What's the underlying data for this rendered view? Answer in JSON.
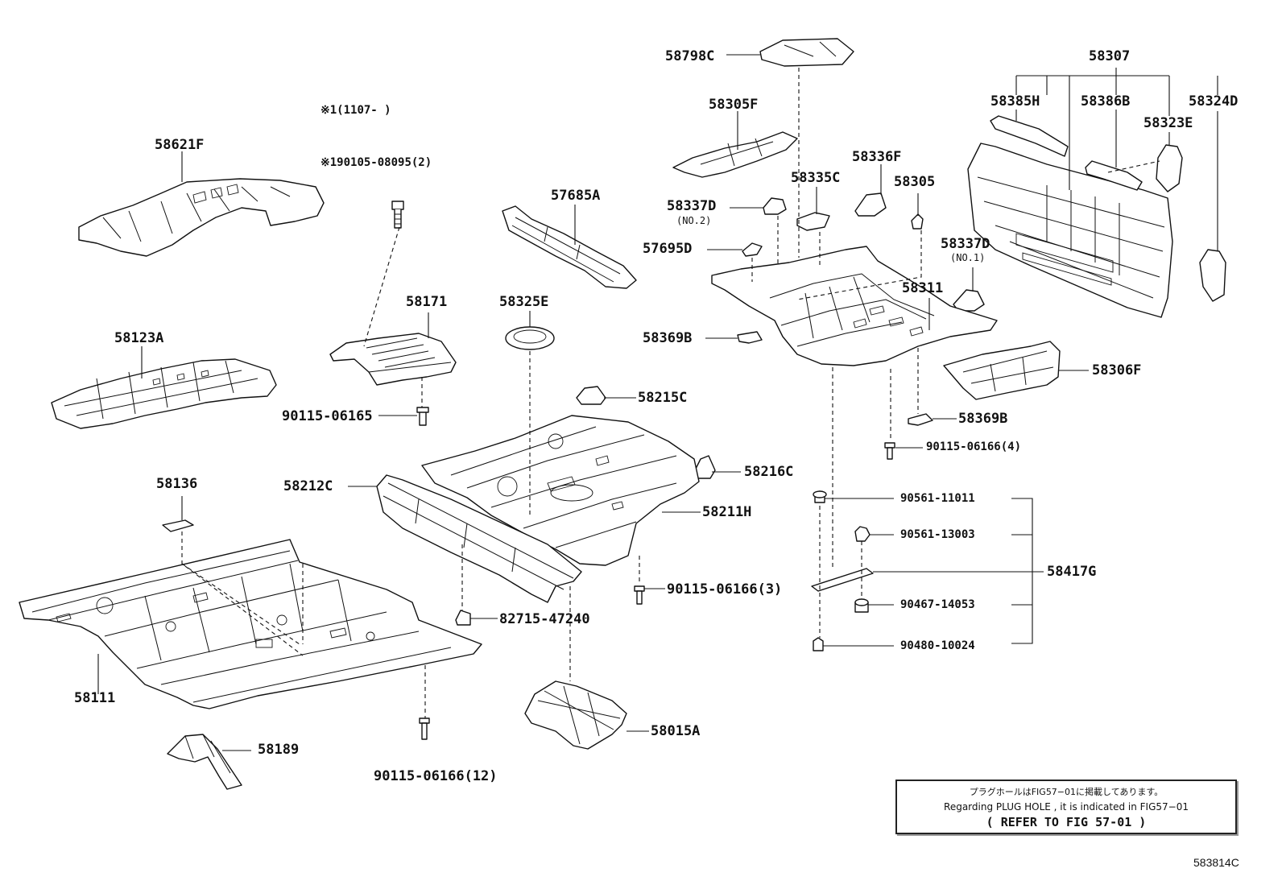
{
  "diagram": {
    "figure_code": "583814C",
    "note": {
      "japanese": "プラグホールはFIG57−01に掲載してあります。",
      "english": "Regarding PLUG HOLE , it is indicated in FIG57−01",
      "reference": "( REFER TO FIG 57-01 )"
    },
    "annotations": {
      "range_note": "※1(1107-      )",
      "starred_bolt": "※190105-08095(2)"
    },
    "labels": {
      "p58621F": "58621F",
      "p58123A": "58123A",
      "p58171": "58171",
      "p90115_06165": "90115-06165",
      "p58136": "58136",
      "p58111": "58111",
      "p58189": "58189",
      "p90115_06166_12": "90115-06166(12)",
      "p57685A": "57685A",
      "p58325E": "58325E",
      "p58215C": "58215C",
      "p58216C": "58216C",
      "p58212C": "58212C",
      "p58211H": "58211H",
      "p82715_47240": "82715-47240",
      "p90115_06166_3": "90115-06166(3)",
      "p58015A": "58015A",
      "p58798C": "58798C",
      "p58305F": "58305F",
      "p58337D_no2": "58337D",
      "no2": "(NO.2)",
      "p58335C": "58335C",
      "p58336F": "58336F",
      "p58305": "58305",
      "p57695D": "57695D",
      "p58337D_no1": "58337D",
      "no1": "(NO.1)",
      "p58311": "58311",
      "p58369B_left": "58369B",
      "p58369B_right": "58369B",
      "p58306F": "58306F",
      "p90115_06166_4": "90115-06166(4)",
      "p58307": "58307",
      "p58385H": "58385H",
      "p58386B": "58386B",
      "p58324D": "58324D",
      "p58323E": "58323E",
      "p90561_11011": "90561-11011",
      "p90561_13003": "90561-13003",
      "p58417G": "58417G",
      "p90467_14053": "90467-14053",
      "p90480_10024": "90480-10024"
    }
  }
}
